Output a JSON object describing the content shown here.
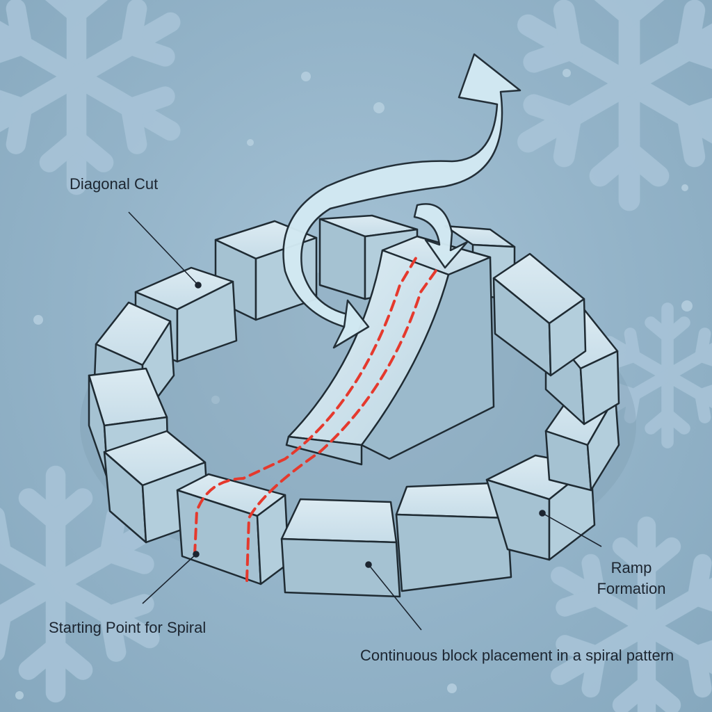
{
  "diagram": {
    "labels": {
      "diagonal_cut": "Diagonal Cut",
      "starting_point": "Starting Point for Spiral",
      "ramp_formation": "Ramp\nFormation",
      "continuous_placement": "Continuous block placement in a spiral pattern"
    },
    "colors": {
      "background": "#93b3c8",
      "snowflake": "#a9c5d8",
      "block_top": "#d3e6ef",
      "block_side": "#9dbccc",
      "outline": "#1f2b33",
      "path_dashes": "#e5392d",
      "arrow_fill": "#d2e9f2"
    },
    "icons": [
      "snowflake-icon",
      "spiral-arrow-icon"
    ]
  }
}
